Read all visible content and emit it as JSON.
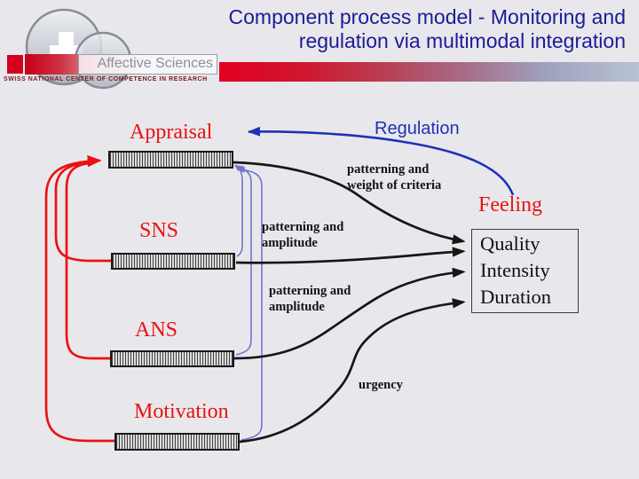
{
  "colors": {
    "bg": "#e8e8ec",
    "title_navy": "#1b1b96",
    "label_red": "#e81212",
    "line_red": "#ee1111",
    "regulation_blue": "#2030b8",
    "monitor_blue": "#7373d0",
    "line_black": "#161616",
    "brand_red": "#d6001c",
    "brand_maroon": "#7c1622"
  },
  "header": {
    "title_line1": "Component process model - Monitoring and",
    "title_line2": "regulation via multimodal integration"
  },
  "logo": {
    "name": "Affective Sciences",
    "subtitle": "SWISS NATIONAL CENTER OF COMPETENCE IN RESEARCH"
  },
  "diagram": {
    "components": [
      {
        "label": "Appraisal"
      },
      {
        "label": "SNS"
      },
      {
        "label": "ANS"
      },
      {
        "label": "Motivation"
      }
    ],
    "regulation_label": "Regulation",
    "feeling_label": "Feeling",
    "feeling_box": {
      "line1": "Quality",
      "line2": "Intensity",
      "line3": "Duration"
    },
    "annotations": {
      "appraisal_channel_line1": "patterning and",
      "appraisal_channel_line2": "weight of criteria",
      "sns_channel_line1": "patterning and",
      "sns_channel_line2": "amplitude",
      "ans_channel_line1": "patterning and",
      "ans_channel_line2": "amplitude",
      "motivation_channel": "urgency"
    }
  }
}
